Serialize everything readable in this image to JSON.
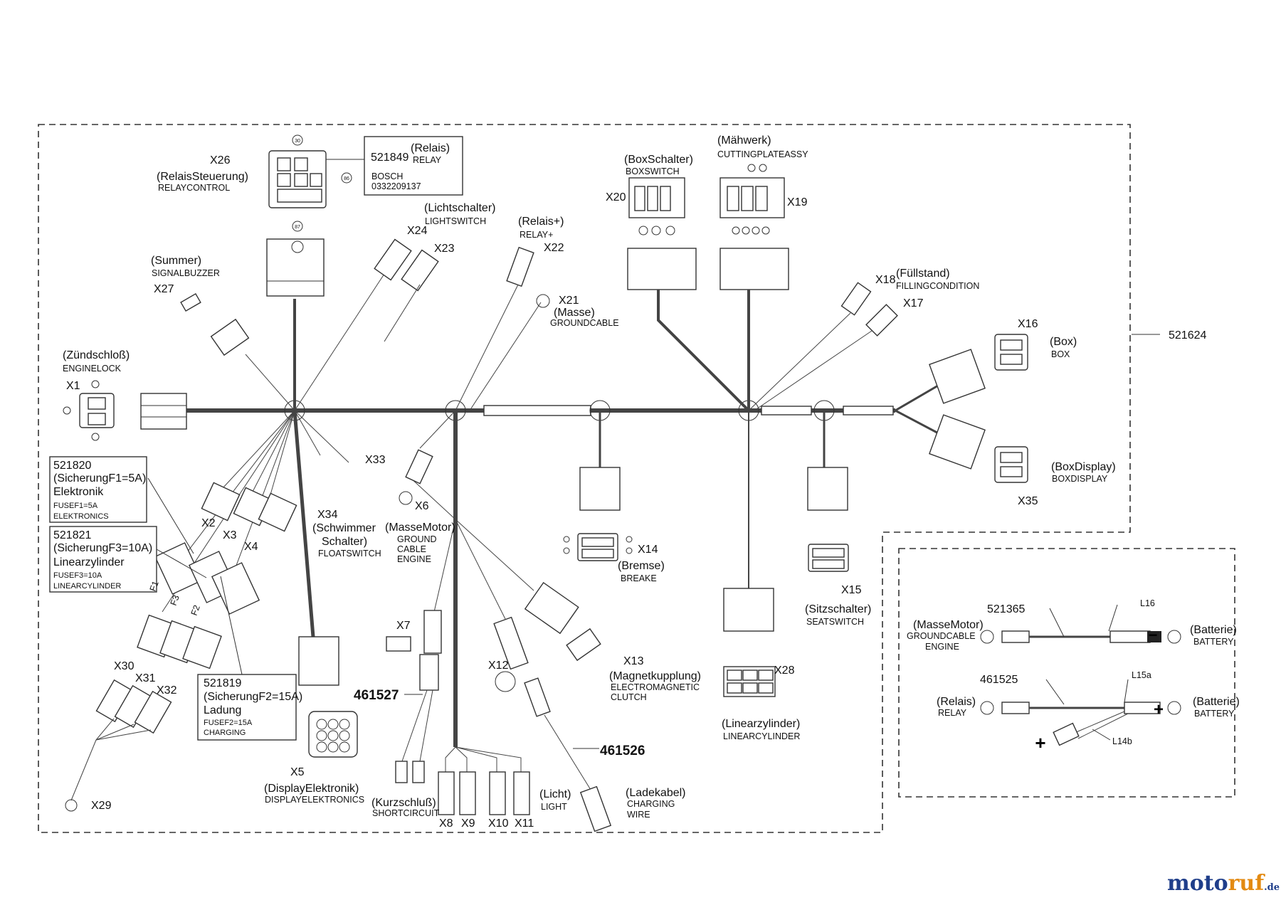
{
  "labels": {
    "x26": "X26",
    "relaissteuerung": "(RelaisSteuerung)",
    "relaycontrol": "RELAYCONTROL",
    "pn521849": "521849",
    "relais": "(Relais)",
    "relay": "RELAY",
    "bosch": "BOSCH",
    "bosch_no": "0332209137",
    "pin30": "30",
    "pin86": "86",
    "pin87": "87",
    "lichtschalter": "(Lichtschalter)",
    "lightswitch": "LIGHTSWITCH",
    "x24": "X24",
    "x23": "X23",
    "relaisplus": "(Relais+)",
    "relayplus": "RELAY+",
    "x22": "X22",
    "x21": "X21",
    "masse": "(Masse)",
    "groundcable": "GROUNDCABLE",
    "summer": "(Summer)",
    "signalbuzzer": "SIGNALBUZZER",
    "x27": "X27",
    "zuendschloss": "(Zündschloß)",
    "enginelock": "ENGINELOCK",
    "x1": "X1",
    "boxschalter": "(BoxSchalter)",
    "boxswitch": "BOXSWITCH",
    "x20": "X20",
    "maehwerk": "(Mähwerk)",
    "cuttingplateassy": "CUTTINGPLATEASSY",
    "x19": "X19",
    "x18": "X18",
    "fuellstand": "(Füllstand)",
    "fillingcondition": "FILLINGCONDITION",
    "x17": "X17",
    "x16": "X16",
    "box": "(Box)",
    "boxcap": "BOX",
    "pn521624": "521624",
    "boxdisplay": "(BoxDisplay)",
    "boxdisplaycap": "BOXDISPLAY",
    "x35": "X35",
    "pn521820": "521820",
    "sicherungf1": "(SicherungF1=5A)",
    "elektronik": "Elektronik",
    "fusef1": "FUSEF1=5A",
    "elektronics": "ELEKTRONICS",
    "pn521821": "521821",
    "sicherungf3": "(SicherungF3=10A)",
    "linearzylinder": "Linearzylinder",
    "fusef3": "FUSEF3=10A",
    "linearcylinder": "LINEARCYLINDER",
    "x2": "X2",
    "x3": "X3",
    "x4": "X4",
    "f1": "F1",
    "f2": "F2",
    "f3": "F3",
    "x33": "X33",
    "x34": "X34",
    "schwimmer": "(Schwimmer",
    "schalter": "Schalter)",
    "floatswitch": "FLOATSWITCH",
    "x6": "X6",
    "massemotor": "(MasseMotor)",
    "ground": "GROUND",
    "cable": "CABLE",
    "engine": "ENGINE",
    "x14": "X14",
    "bremse": "(Bremse)",
    "breake": "BREAKE",
    "x15": "X15",
    "sitzschalter": "(Sitzschalter)",
    "seatswitch": "SEATSWITCH",
    "x30": "X30",
    "x31": "X31",
    "x32": "X32",
    "x29": "X29",
    "pn521819": "521819",
    "sicherungf2": "(SicherungF2=15A)",
    "ladung": "Ladung",
    "fusef2": "FUSEF2=15A",
    "charging": "CHARGING",
    "x5": "X5",
    "displayelektronik": "(DisplayElektronik)",
    "displayelektronics": "DISPLAYELEKTRONICS",
    "x7": "X7",
    "pn461527": "461527",
    "kurzschluss": "(Kurzschluß)",
    "shortcircuit": "SHORTCIRCUIT",
    "x8": "X8",
    "x9": "X9",
    "x10": "X10",
    "x11": "X11",
    "licht": "(Licht)",
    "light": "LIGHT",
    "x12": "X12",
    "pn461526": "461526",
    "ladekabel": "(Ladekabel)",
    "chargingcap": "CHARGING",
    "wire": "WIRE",
    "x13": "X13",
    "magnetkupplung": "(Magnetkupplung)",
    "electromagnetic": "ELECTROMAGNETIC",
    "clutch": "CLUTCH",
    "x28": "X28",
    "linearzylinder2": "(Linearzylinder)",
    "linearcylinder2": "LINEARCYLINDER",
    "pn521365": "521365",
    "l16": "L16",
    "massemotor2": "(MasseMotor)",
    "groundcable2": "GROUNDCABLE",
    "engine2": "ENGINE",
    "batterie1": "(Batterie)",
    "battery1": "BATTERY",
    "pn461525": "461525",
    "l15a": "L15a",
    "relais2": "(Relais)",
    "relay2": "RELAY",
    "batterie2": "(Batterie)",
    "battery2": "BATTERY",
    "l14b": "L14b"
  },
  "brand": {
    "part1": "moto",
    "part2": "ruf",
    "part3": ".de"
  }
}
